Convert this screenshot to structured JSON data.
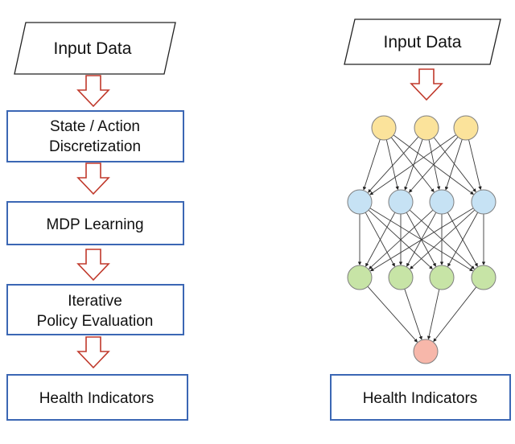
{
  "left_flow": {
    "input_label": "Input Data",
    "steps": [
      {
        "lines": [
          "State / Action",
          "Discretization"
        ]
      },
      {
        "lines": [
          "MDP Learning"
        ]
      },
      {
        "lines": [
          "Iterative",
          "Policy Evaluation"
        ]
      },
      {
        "lines": [
          "Health Indicators"
        ]
      }
    ]
  },
  "right_flow": {
    "input_label": "Input Data",
    "network": {
      "layers": [
        {
          "count": 3,
          "color": "#fbe39b"
        },
        {
          "count": 4,
          "color": "#c6e2f4"
        },
        {
          "count": 4,
          "color": "#c7e4a6"
        },
        {
          "count": 1,
          "color": "#f7b7aa"
        }
      ]
    },
    "output_label": "Health Indicators"
  },
  "colors": {
    "box_border": "#3b67b4",
    "arrow": "#c0392b",
    "node_border": "#7f7f7f",
    "edge": "#3a3a3a"
  }
}
